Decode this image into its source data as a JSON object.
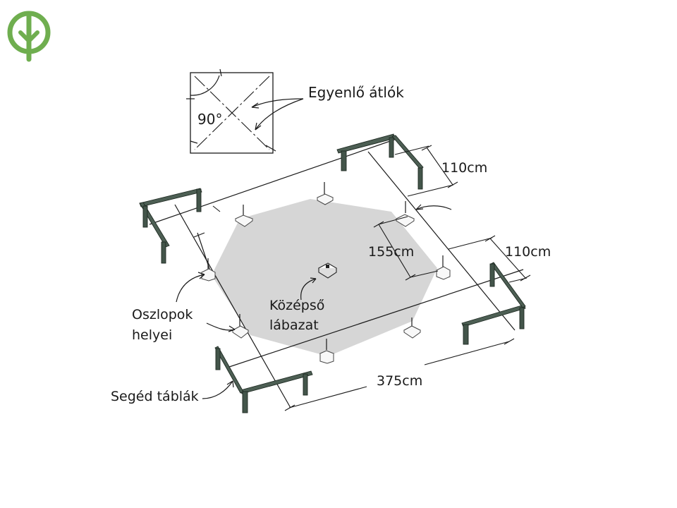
{
  "brand": {
    "logo_icon": "tree-icon",
    "logo_color": "#6fae4f"
  },
  "colors": {
    "octagon_fill": "#d6d6d6",
    "board_color": "#4d5f54",
    "line_color": "#1a1a1a"
  },
  "labels": {
    "equal_diagonals": "Egyenlő átlók",
    "right_angle": "90°",
    "dim_offset_top": "110cm",
    "dim_offset_right": "110cm",
    "dim_post_spacing": "155cm",
    "dim_side_length": "375cm",
    "central_footing_line1": "Középső",
    "central_footing_line2": "lábazat",
    "post_locations_line1": "Oszlopok",
    "post_locations_line2": "helyei",
    "batter_boards": "Segéd táblák"
  }
}
